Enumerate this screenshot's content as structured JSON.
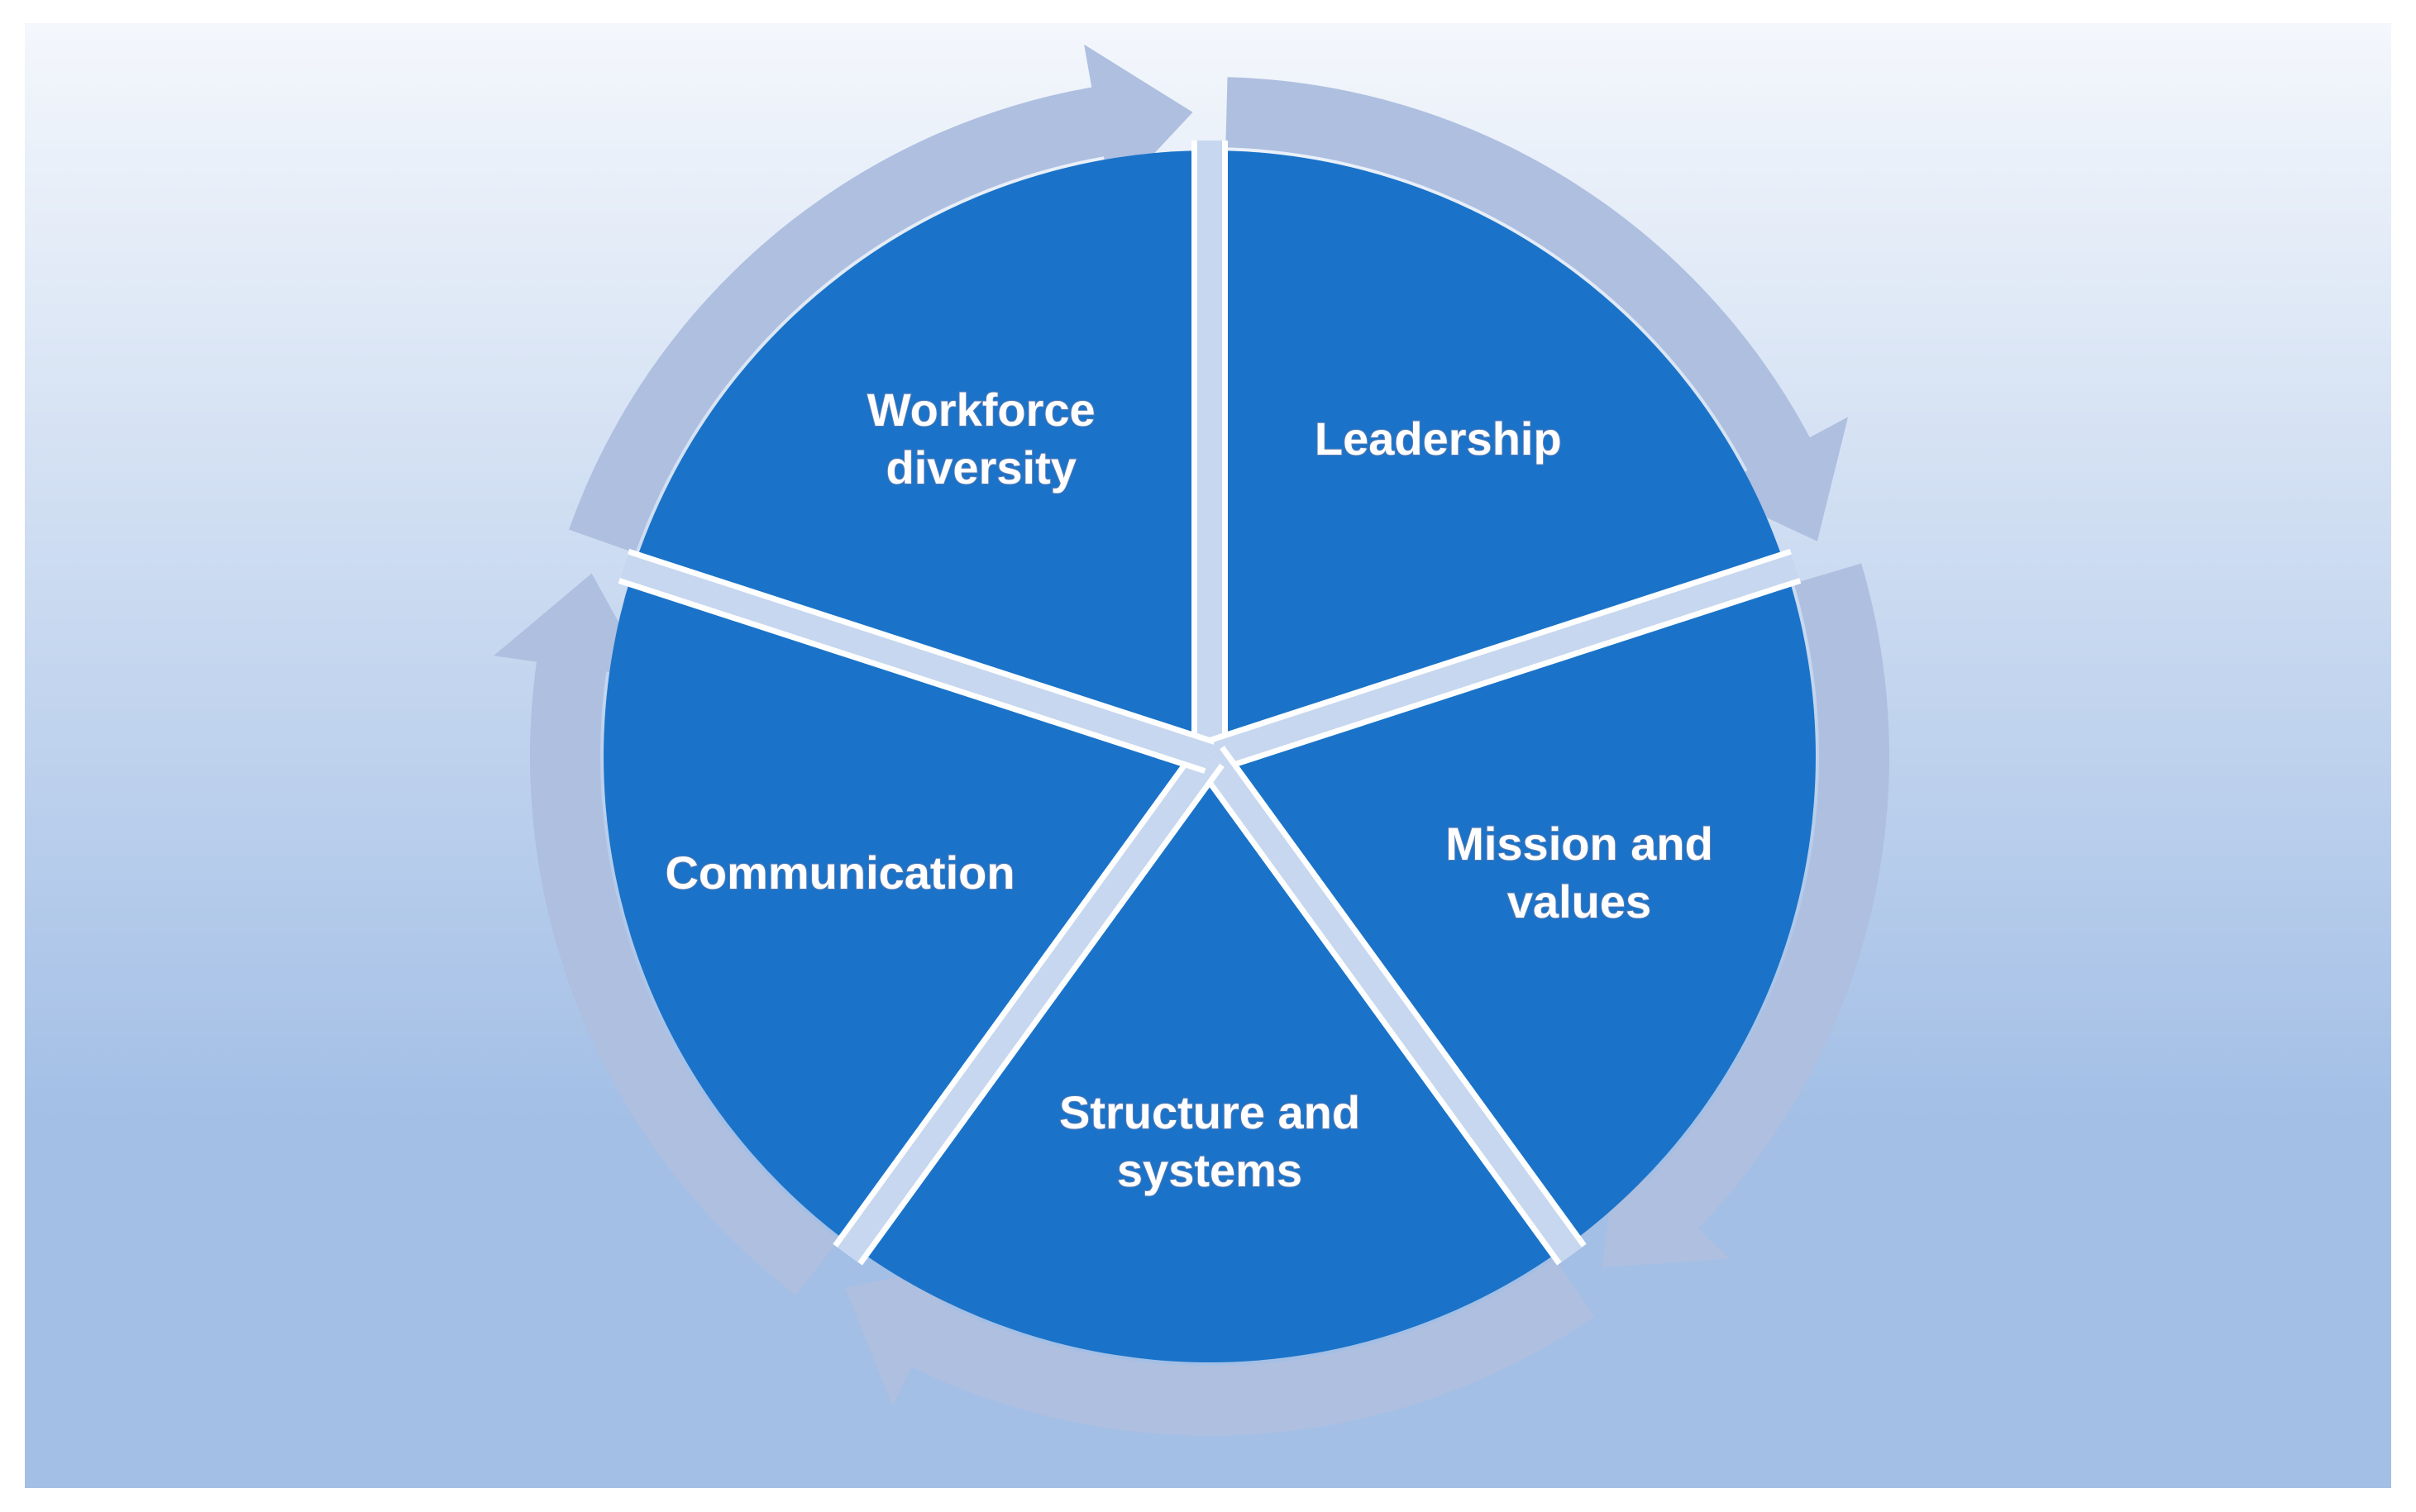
{
  "diagram": {
    "segments": [
      {
        "id": "leadership",
        "lines": [
          "Leadership"
        ]
      },
      {
        "id": "mission",
        "lines": [
          "Mission and",
          "values"
        ]
      },
      {
        "id": "structure",
        "lines": [
          "Structure and",
          "systems"
        ]
      },
      {
        "id": "communication",
        "lines": [
          "Communication"
        ]
      },
      {
        "id": "workforce",
        "lines": [
          "Workforce",
          "diversity"
        ]
      }
    ],
    "colors": {
      "segment_fill": "#1a73c8",
      "ring_arrow": "#aebfe0",
      "divider": "#c6d7ef",
      "divider_edge": "#ffffff",
      "background_top": "#f4f7fc",
      "background_bottom": "#a3bfe6"
    }
  }
}
